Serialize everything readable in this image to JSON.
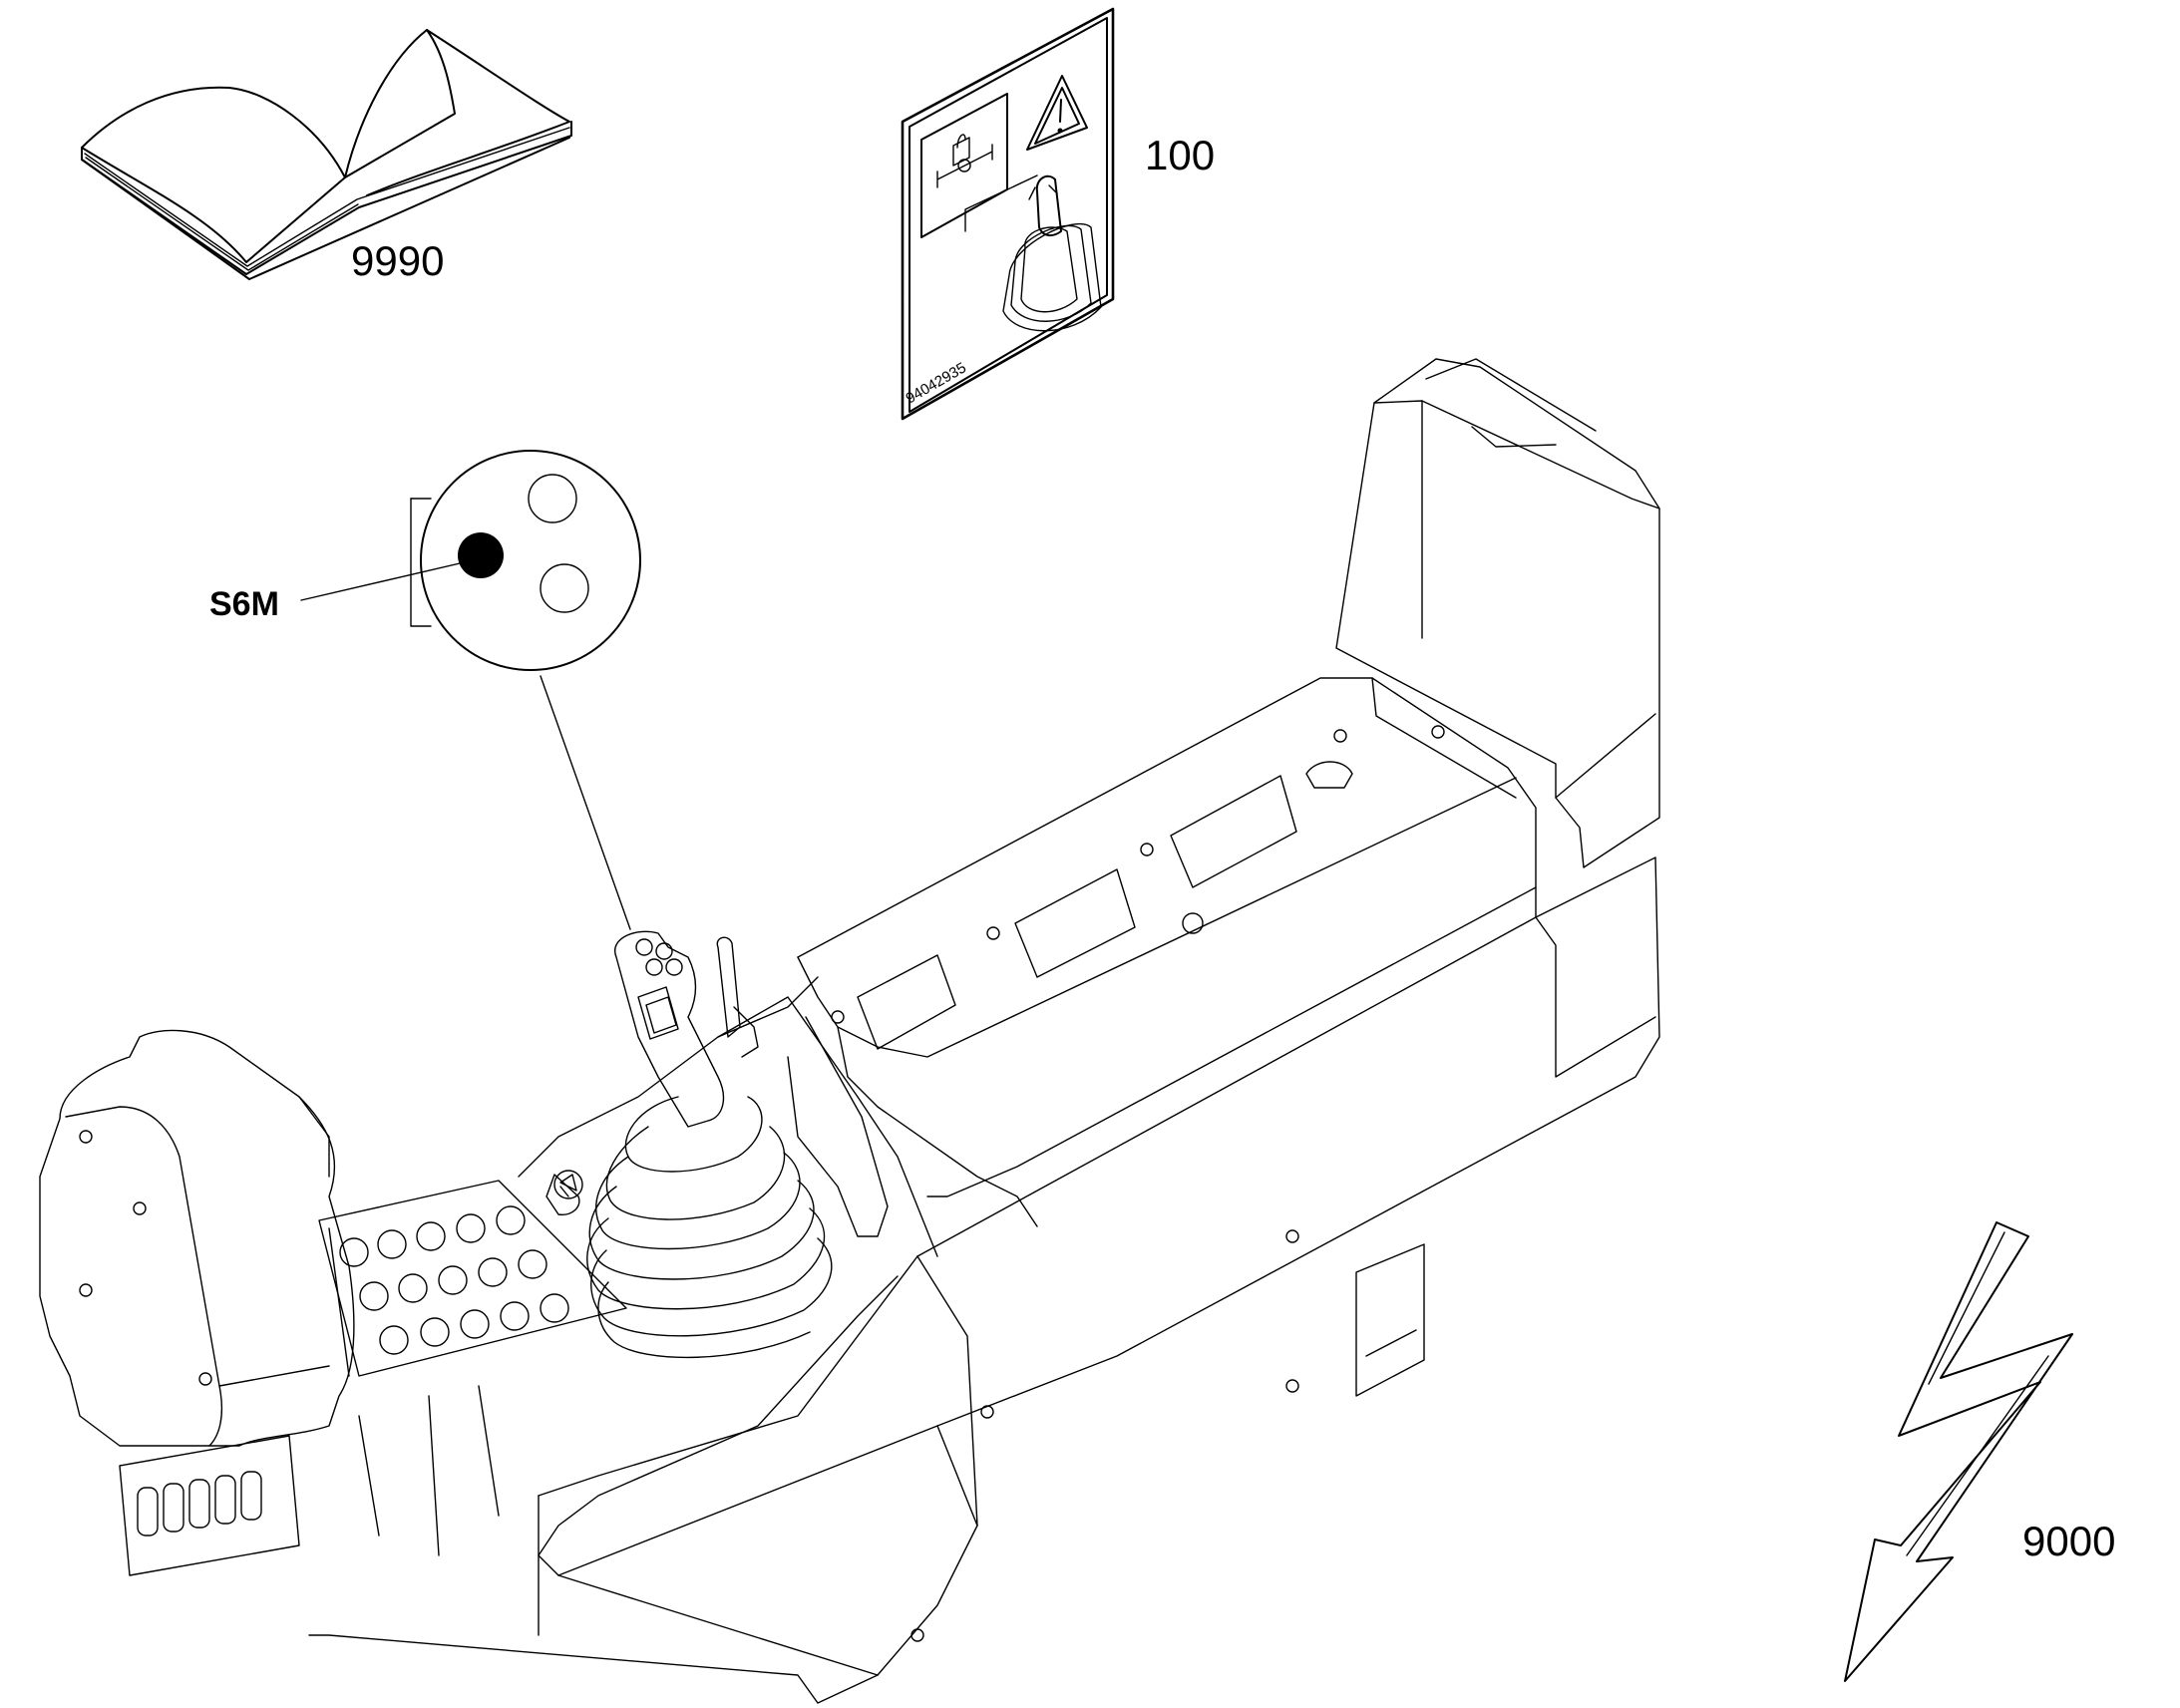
{
  "callouts": {
    "manual": "9990",
    "decal": "100",
    "electrical": "9000",
    "switch": "S6M"
  },
  "decal_code": "94042935",
  "icons": [
    "operator-manual-icon",
    "warning-decal-icon",
    "lightning-bolt-icon",
    "control-console-illustration",
    "joystick-illustration",
    "switch-detail-circle"
  ]
}
